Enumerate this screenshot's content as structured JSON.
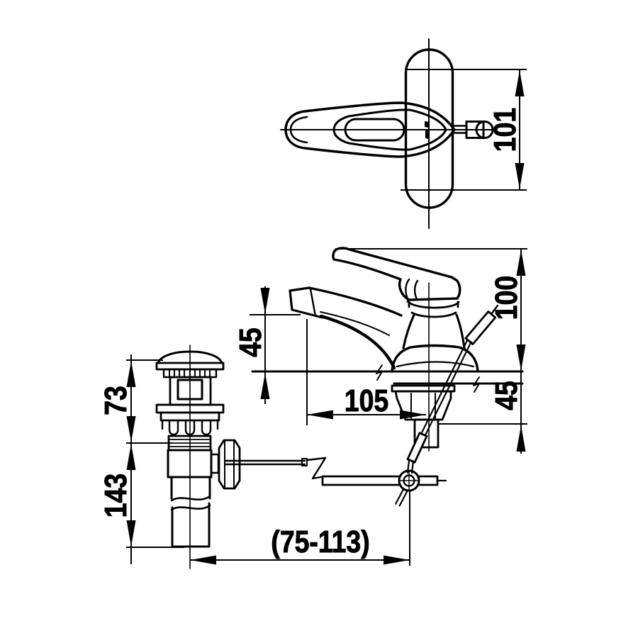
{
  "page": {
    "background": "#ffffff",
    "line_color": "#000000"
  },
  "dimensions": {
    "top_view_width": "101",
    "faucet_height_above_deck": "100",
    "spout_outlet_height": "45",
    "spout_reach": "105",
    "max_deck_thickness": "45",
    "popup_head_height": "73",
    "popup_tail_length": "143",
    "lift_rod_adjust_range": "(75-113)"
  }
}
